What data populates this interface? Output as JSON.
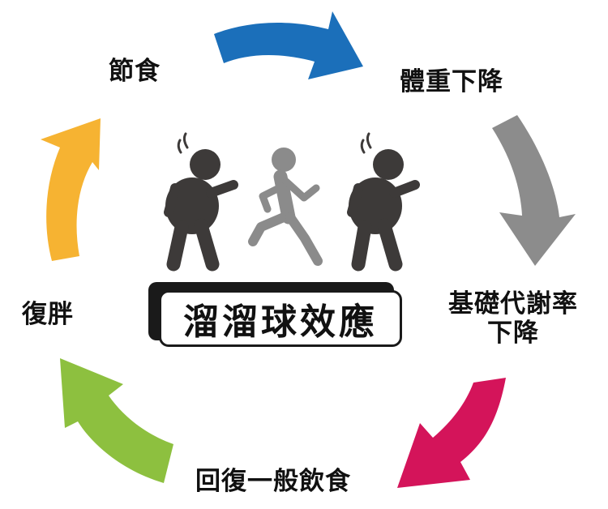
{
  "title": "溜溜球效應",
  "steps": [
    {
      "id": "diet",
      "label": "節食"
    },
    {
      "id": "weight-loss",
      "label": "體重下降"
    },
    {
      "id": "bmr-drop",
      "label": "基礎代謝率\n下降"
    },
    {
      "id": "normal-eating",
      "label": "回復一般飲食"
    },
    {
      "id": "regain",
      "label": "復胖"
    }
  ],
  "colors": {
    "arrow_blue": "#1b6fba",
    "arrow_gray": "#8c8c8c",
    "arrow_magenta": "#d4145a",
    "arrow_green": "#8dc03f",
    "arrow_orange": "#f6b332",
    "figure_dark": "#3d3a39",
    "figure_light": "#8b8b8b"
  },
  "icons": [
    "overweight-person-sweating-icon",
    "running-person-icon",
    "overweight-person-sweating-icon"
  ]
}
